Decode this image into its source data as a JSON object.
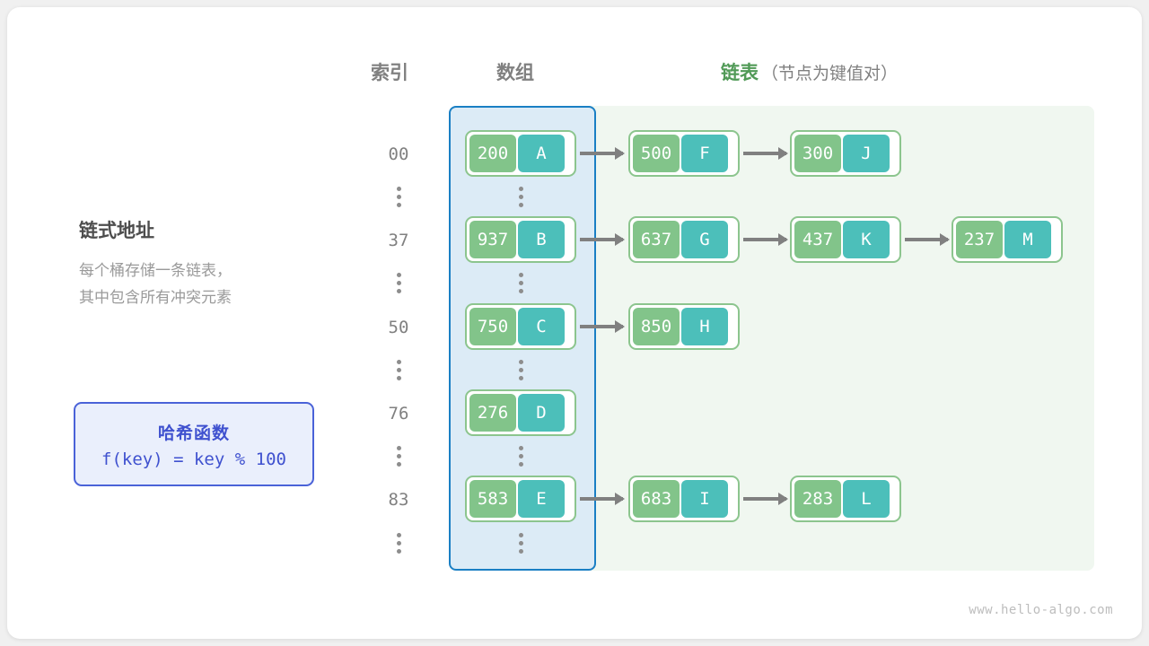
{
  "headers": {
    "index": "索引",
    "array": "数组",
    "list_main": "链表",
    "list_sub": "（节点为键值对）"
  },
  "caption": {
    "title": "链式地址",
    "desc": "每个桶存储一条链表，\n其中包含所有冲突元素"
  },
  "hash_box": {
    "title": "哈希函数",
    "formula": "f(key) = key % 100"
  },
  "colors": {
    "key_cell": "#82c48a",
    "value_cell": "#4cbfba",
    "node_border": "#8cc58e",
    "array_region_fill": "#dcebf6",
    "array_region_border": "#1a7fc4",
    "list_region_fill": "#f0f7f0",
    "accent_green": "#519a57",
    "hash_blue": "#3f51cf",
    "arrow_gray": "#808080",
    "text_gray": "#808080",
    "title_gray": "#4d4d4d",
    "desc_gray": "#9a9a9a"
  },
  "ellipsis_glyph": "vertical-ellipsis",
  "buckets": [
    {
      "index": "00",
      "bucket": {
        "key": "200",
        "value": "A"
      },
      "chain": [
        {
          "key": "500",
          "value": "F"
        },
        {
          "key": "300",
          "value": "J"
        }
      ]
    },
    {
      "index": "37",
      "bucket": {
        "key": "937",
        "value": "B"
      },
      "chain": [
        {
          "key": "637",
          "value": "G"
        },
        {
          "key": "437",
          "value": "K"
        },
        {
          "key": "237",
          "value": "M"
        }
      ]
    },
    {
      "index": "50",
      "bucket": {
        "key": "750",
        "value": "C"
      },
      "chain": [
        {
          "key": "850",
          "value": "H"
        }
      ]
    },
    {
      "index": "76",
      "bucket": {
        "key": "276",
        "value": "D"
      },
      "chain": []
    },
    {
      "index": "83",
      "bucket": {
        "key": "583",
        "value": "E"
      },
      "chain": [
        {
          "key": "683",
          "value": "I"
        },
        {
          "key": "283",
          "value": "L"
        }
      ]
    }
  ],
  "watermark": "www.hello-algo.com"
}
